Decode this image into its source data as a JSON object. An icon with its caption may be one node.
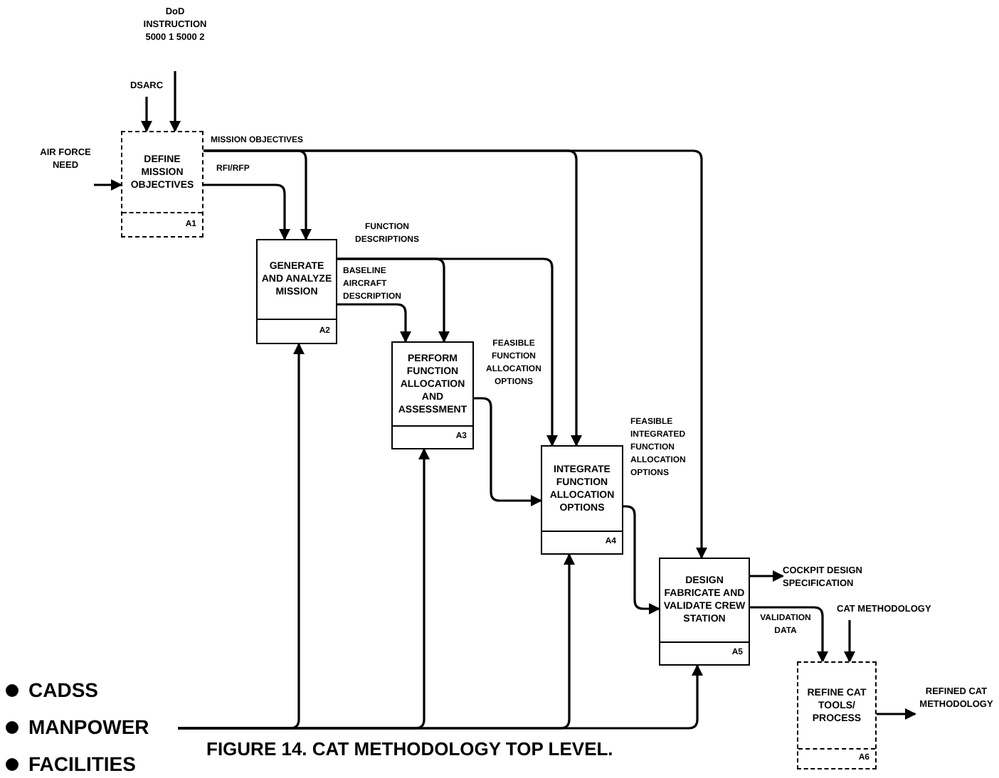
{
  "diagram": {
    "caption": "FIGURE 14. CAT METHODOLOGY TOP LEVEL.",
    "nodes": [
      {
        "text": [
          "DEFINE MISSION OBJECTIVES",
          "A1"
        ]
      },
      {
        "text": [
          "GENERATE AND ANALYZE MISSION",
          "A2"
        ]
      },
      {
        "text": [
          "PERFORM FUNCTION ALLOCATION AND ASSESSMENT",
          "A3"
        ]
      },
      {
        "text": [
          "INTEGRATE FUNCTION ALLOCATION OPTIONS",
          "A4"
        ]
      },
      {
        "text": [
          "DESIGN FABRICATE AND VALIDATE CREW STATION",
          "A5"
        ]
      },
      {
        "text": [
          "REFINE CAT TOOLS/ PROCESS",
          "A6"
        ]
      },
      {
        "text": [
          "DoD INSTRUCTION 5000 1 5000 2"
        ]
      },
      {
        "text": [
          "DSARC"
        ]
      },
      {
        "text": [
          "AIR FORCE NEED"
        ]
      },
      {
        "text": [
          "COCKPIT DESIGN SPECIFICATION"
        ]
      },
      {
        "text": [
          "CAT METHODOLOGY"
        ]
      },
      {
        "text": [
          "REFINED CAT METHODOLOGY"
        ]
      },
      {
        "text": [
          "CADSS",
          "MANPOWER",
          "FACILITIES"
        ]
      }
    ],
    "edges": [
      {
        "from": 6,
        "to": 0,
        "arrow": "to"
      },
      {
        "from": 7,
        "to": 0,
        "arrow": "to"
      },
      {
        "from": 8,
        "to": 0,
        "arrow": "to"
      },
      {
        "from": 0,
        "to": 1,
        "arrow": "to",
        "label": "RFI/RFP"
      },
      {
        "from": 0,
        "to": 1,
        "arrow": "to",
        "label": "MISSION OBJECTIVES"
      },
      {
        "from": 0,
        "to": 3,
        "arrow": "to"
      },
      {
        "from": 0,
        "to": 4,
        "arrow": "to"
      },
      {
        "from": 1,
        "to": 2,
        "arrow": "to",
        "label": "BASELINE AIRCRAFT DESCRIPTION"
      },
      {
        "from": 1,
        "to": 2,
        "arrow": "to",
        "label": "FUNCTION DESCRIPTIONS"
      },
      {
        "from": 1,
        "to": 3,
        "arrow": "to"
      },
      {
        "from": 2,
        "to": 3,
        "arrow": "to",
        "label": "FEASIBLE FUNCTION ALLOCATION OPTIONS"
      },
      {
        "from": 3,
        "to": 4,
        "arrow": "to",
        "label": "FEASIBLE INTEGRATED FUNCTION ALLOCATION OPTIONS"
      },
      {
        "from": 4,
        "to": 9,
        "arrow": "to"
      },
      {
        "from": 4,
        "to": 5,
        "arrow": "to",
        "label": "VALIDATION DATA"
      },
      {
        "from": 10,
        "to": 5,
        "arrow": "to"
      },
      {
        "from": 5,
        "to": 11,
        "arrow": "to"
      },
      {
        "from": 12,
        "to": 1,
        "arrow": "to"
      },
      {
        "from": 12,
        "to": 2,
        "arrow": "to"
      },
      {
        "from": 12,
        "to": 3,
        "arrow": "to"
      },
      {
        "from": 12,
        "to": 4,
        "arrow": "to"
      }
    ]
  }
}
